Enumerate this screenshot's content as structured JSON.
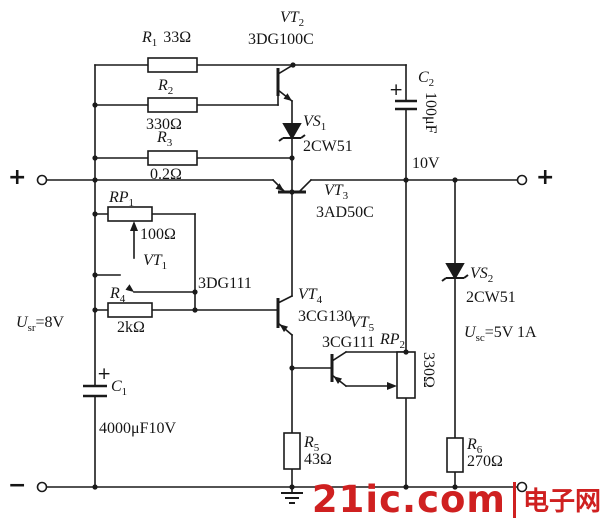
{
  "components": {
    "r1": {
      "ref": "R",
      "sub": "1",
      "value": "33Ω"
    },
    "r2": {
      "ref": "R",
      "sub": "2",
      "value": "330Ω"
    },
    "r3": {
      "ref": "R",
      "sub": "3",
      "value": "0.2Ω"
    },
    "r4": {
      "ref": "R",
      "sub": "4",
      "value": "2kΩ"
    },
    "r5": {
      "ref": "R",
      "sub": "5",
      "value": "43Ω"
    },
    "r6": {
      "ref": "R",
      "sub": "6",
      "value": "270Ω"
    },
    "rp1": {
      "ref": "RP",
      "sub": "1",
      "value": "100Ω"
    },
    "rp2": {
      "ref": "RP",
      "sub": "2",
      "value": "330Ω"
    },
    "c1": {
      "ref": "C",
      "sub": "1",
      "value": "4000μF10V",
      "polarity": "+"
    },
    "c2": {
      "ref": "C",
      "sub": "2",
      "value": "100μF",
      "rating": "10V",
      "polarity": "+"
    },
    "vt1": {
      "ref": "VT",
      "sub": "1",
      "type": "3DG111"
    },
    "vt2": {
      "ref": "VT",
      "sub": "2",
      "type": "3DG100C"
    },
    "vt3": {
      "ref": "VT",
      "sub": "3",
      "type": "3AD50C"
    },
    "vt4": {
      "ref": "VT",
      "sub": "4",
      "type": "3CG130"
    },
    "vt5": {
      "ref": "VT",
      "sub": "5",
      "type": "3CG111"
    },
    "vs1": {
      "ref": "VS",
      "sub": "1",
      "type": "2CW51"
    },
    "vs2": {
      "ref": "VS",
      "sub": "2",
      "type": "2CW51"
    }
  },
  "io": {
    "input": {
      "sym": "U",
      "sub": "sr",
      "value": "=8V"
    },
    "output": {
      "sym": "U",
      "sub": "sc",
      "value": "=5V 1A"
    }
  },
  "terminals": {
    "plus": "+",
    "minus": "−"
  },
  "watermark": {
    "brand": "21ic.com",
    "cn": "电子网",
    "color": "#cf2020"
  }
}
